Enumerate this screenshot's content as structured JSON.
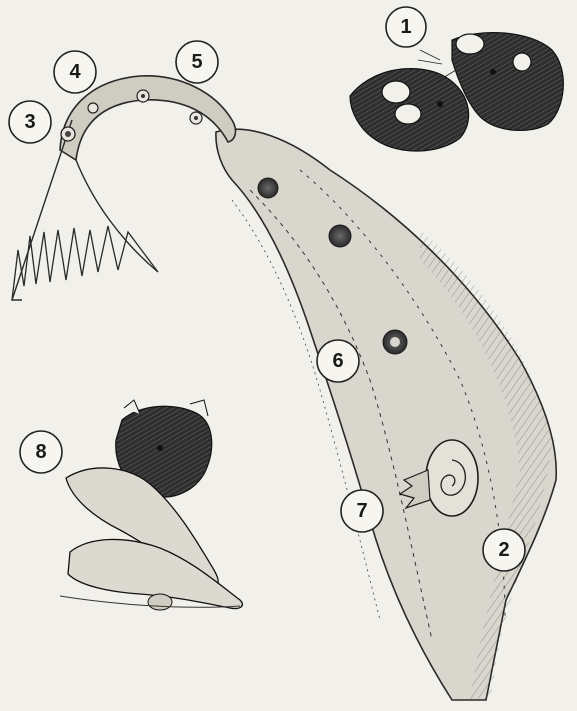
{
  "illustration": {
    "subjects": [
      "tapeworm-segment",
      "rat-heads",
      "rats-pair"
    ],
    "ink_color": "#2a2a2a",
    "paper_color": "#f1f0ea"
  },
  "markers": [
    "1",
    "2",
    "3",
    "4",
    "5",
    "6",
    "7",
    "8"
  ]
}
